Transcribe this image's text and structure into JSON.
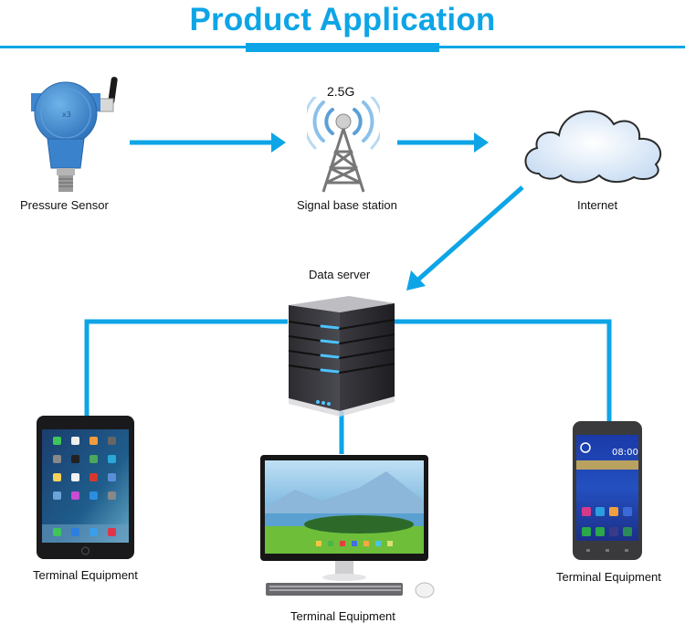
{
  "title": "Product Application",
  "colors": {
    "accent": "#0ea5e6",
    "text": "#111111"
  },
  "nodes": {
    "pressure_sensor": {
      "label": "Pressure Sensor",
      "icon": "pressure-sensor-icon"
    },
    "base_station": {
      "label": "Signal base station",
      "badge": "2.5G",
      "icon": "signal-tower-icon"
    },
    "internet": {
      "label": "Internet",
      "icon": "cloud-icon"
    },
    "data_server": {
      "label": "Data server",
      "icon": "server-icon"
    },
    "tablet": {
      "label": "Terminal Equipment",
      "icon": "tablet-icon"
    },
    "desktop": {
      "label": "Terminal Equipment",
      "icon": "desktop-computer-icon"
    },
    "phone": {
      "label": "Terminal Equipment",
      "icon": "smartphone-icon"
    }
  },
  "connections": [
    {
      "from": "Pressure Sensor",
      "to": "Signal base station",
      "type": "arrow"
    },
    {
      "from": "Signal base station",
      "to": "Internet",
      "type": "arrow"
    },
    {
      "from": "Internet",
      "to": "Data server",
      "type": "arrow"
    },
    {
      "from": "Data server",
      "to": "Terminal Equipment (tablet)",
      "type": "line"
    },
    {
      "from": "Data server",
      "to": "Terminal Equipment (desktop)",
      "type": "line"
    },
    {
      "from": "Data server",
      "to": "Terminal Equipment (phone)",
      "type": "line"
    }
  ],
  "phone_clock": "08:00"
}
